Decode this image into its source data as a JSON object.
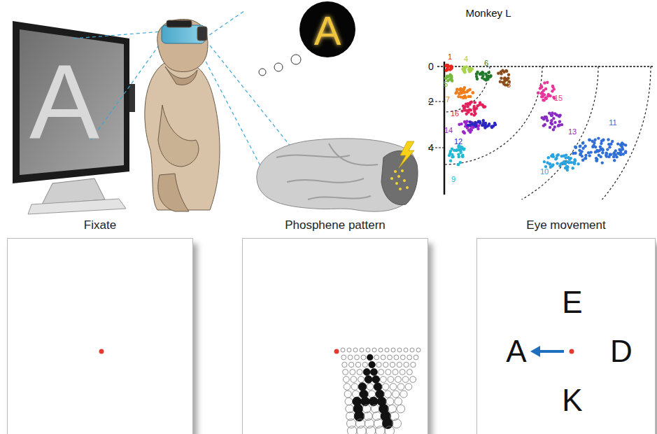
{
  "diagram": {
    "nodes": [
      {
        "text": [
          "Fixate"
        ]
      },
      {
        "text": [
          "Phosphene pattern"
        ]
      },
      {
        "text": [
          "Eye movement"
        ]
      }
    ],
    "labels": [
      "A",
      "A",
      "Monkey L",
      "0",
      "2",
      "4",
      "1",
      "4",
      "5",
      "6",
      "7",
      "8",
      "16",
      "14",
      "12",
      "9",
      "15",
      "13",
      "11",
      "10",
      "E",
      "A",
      "D",
      "K"
    ]
  }
}
